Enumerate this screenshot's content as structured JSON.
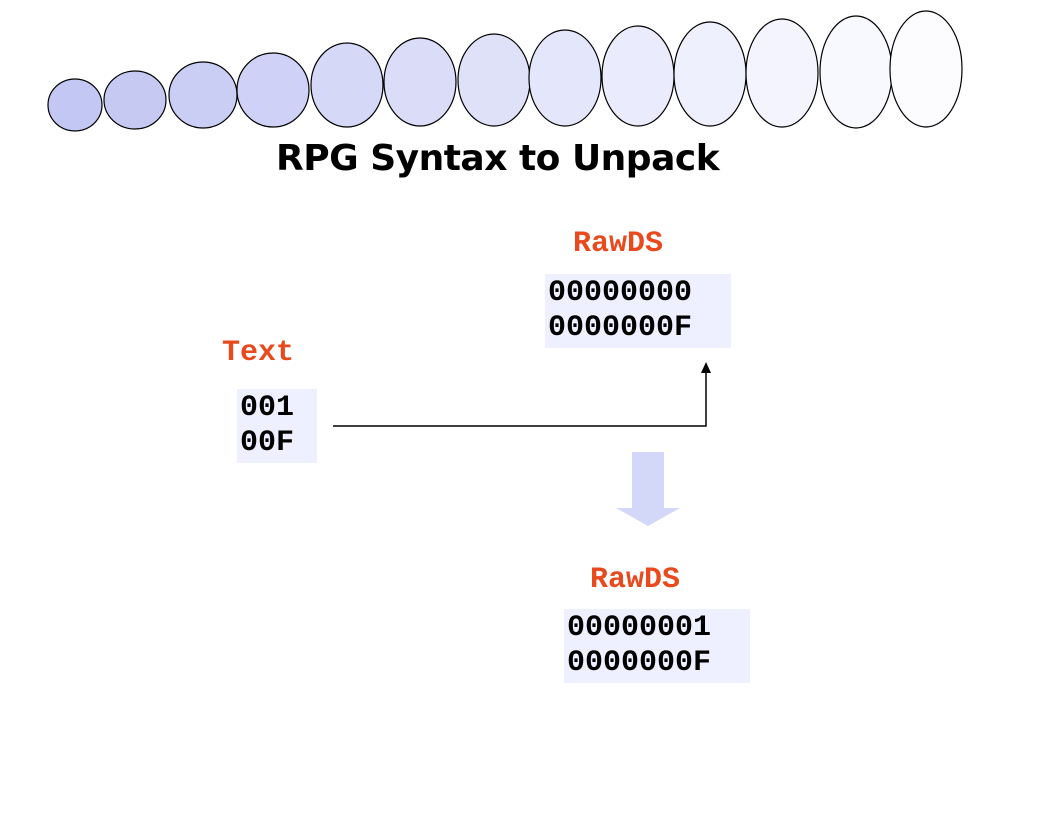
{
  "title": "RPG Syntax to Unpack",
  "text_field": {
    "label": "Text",
    "line1": "001",
    "line2": "00F"
  },
  "rawds_before": {
    "label": "RawDS",
    "line1": "00000000",
    "line2": "0000000F"
  },
  "rawds_after": {
    "label": "RawDS",
    "line1": "00000001",
    "line2": "0000000F"
  },
  "colors": {
    "label": "#e8491d",
    "box_fill": "#eef0ff",
    "arrow_fill": "#d4d8f8",
    "bubble_stroke": "#000000"
  }
}
